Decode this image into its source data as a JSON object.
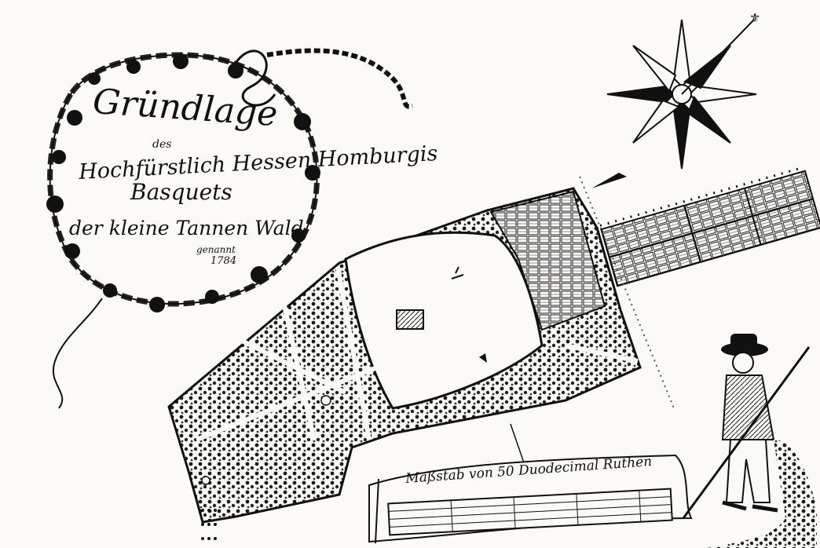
{
  "cartouche": {
    "line1": "Gründlage",
    "line2": "des",
    "line3": "Hochfürstlich Hessen Homburgis",
    "line4": "Basquets",
    "line5": "der kleine Tannen Wald",
    "line6": "genannt",
    "year": "1784"
  },
  "scale_bar": {
    "title": "Maßstab von 50 Duodecimal Ruthen"
  },
  "icons": {
    "compass": "compass-rose-icon",
    "figure": "surveyor-figure-icon"
  },
  "colors": {
    "ink": "#111111",
    "paper": "#fbfaf6"
  }
}
